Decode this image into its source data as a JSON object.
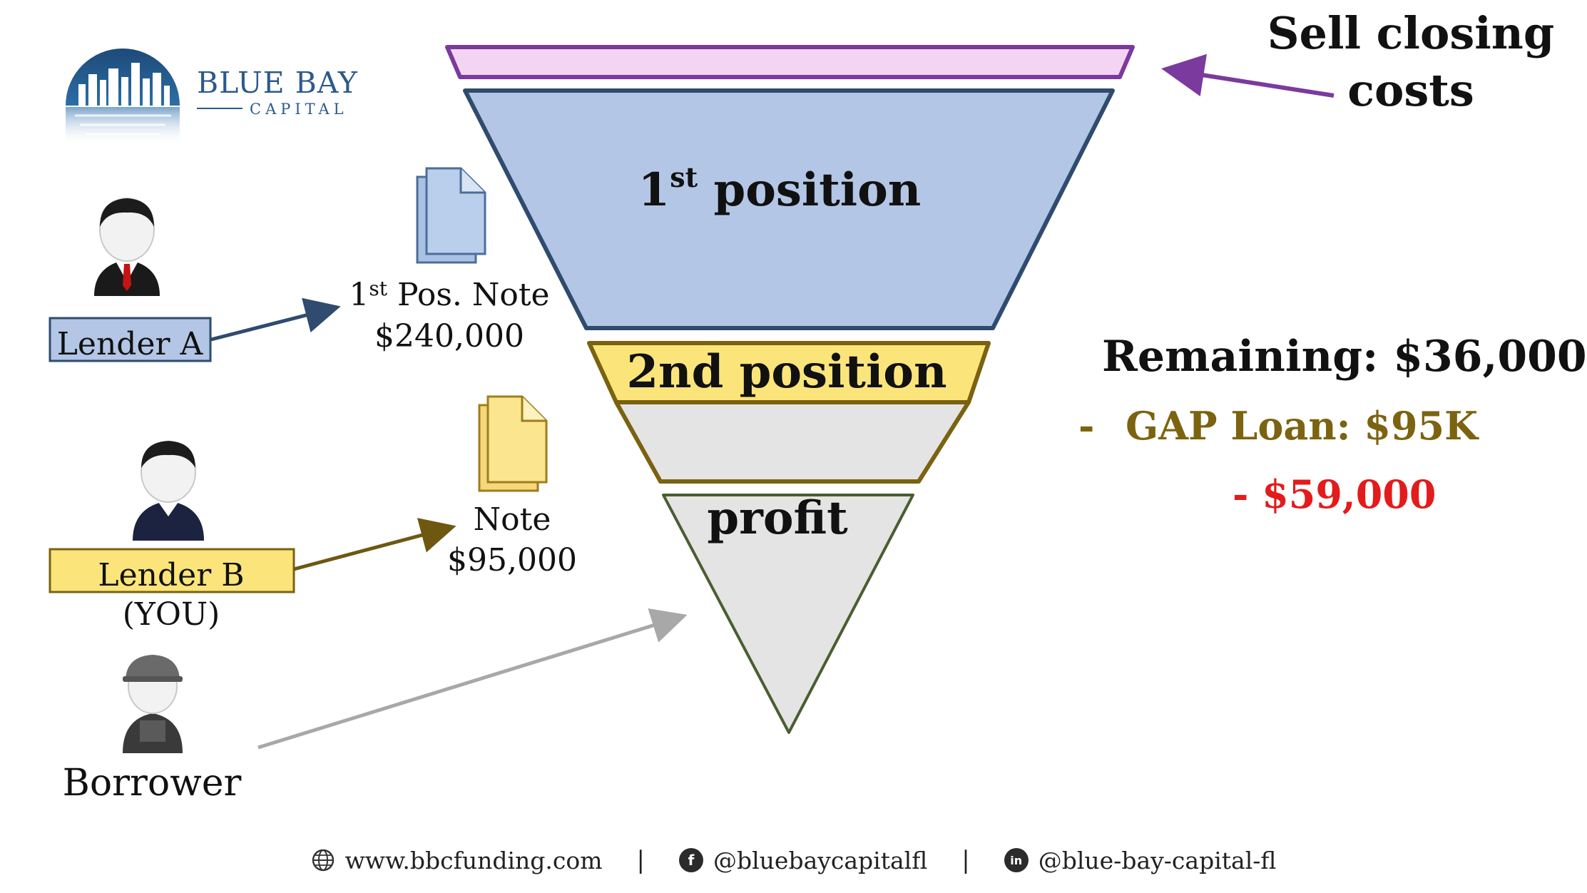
{
  "logo": {
    "line1": "BLUE BAY",
    "line2": "CAPITAL"
  },
  "funnel": {
    "layers": [
      {
        "label": "1",
        "sup": "st",
        "label_rest": " position"
      },
      {
        "label": "2nd position"
      },
      {
        "label": "profit"
      }
    ]
  },
  "callout": {
    "line1": "Sell closing",
    "line2": "costs"
  },
  "lenders": [
    {
      "label": "Lender A"
    },
    {
      "label": "Lender B",
      "sublabel": "(YOU)"
    },
    {
      "label": "Borrower"
    }
  ],
  "notes": [
    {
      "line1_num": "1",
      "line1_sup": "st",
      "line1_rest": " Pos. Note",
      "amount": "$240,000"
    },
    {
      "line1": "Note",
      "amount": "$95,000"
    }
  ],
  "math": {
    "remaining": "Remaining: $36,000",
    "gap_dash": "-",
    "gap": "GAP Loan: $95K",
    "result": "- $59,000"
  },
  "footer": {
    "website": "www.bbcfunding.com",
    "facebook": "@bluebaycapitalfl",
    "linkedin": "@blue-bay-capital-fl",
    "separator": "|"
  },
  "colors": {
    "purple": "#7b3a9e",
    "pink_fill": "#f3d5f3",
    "blue_fill": "#b3c6e5",
    "blue_stroke": "#2f4b6e",
    "gold_fill": "#fbe57b",
    "gold_stroke": "#7a6210",
    "gray_fill": "#e4e4e4",
    "green_stroke": "#4a5e30",
    "gap_color": "#7b6310",
    "red": "#e31b1b"
  },
  "icons": [
    "globe-icon",
    "facebook-icon",
    "linkedin-icon",
    "document-icon",
    "person-icon"
  ]
}
